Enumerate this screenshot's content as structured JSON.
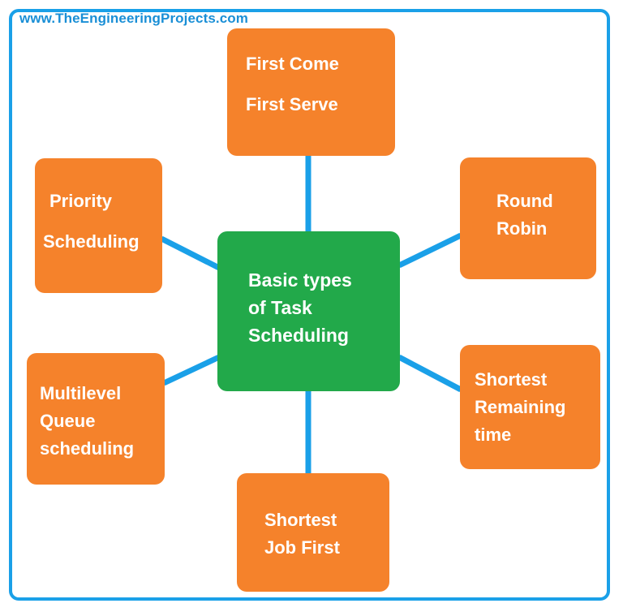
{
  "watermark": "www.TheEngineeringProjects.com",
  "center": {
    "lines": [
      "Basic types",
      "of Task",
      "Scheduling"
    ]
  },
  "nodes": {
    "fcfs": {
      "lines": [
        "First Come",
        "First Serve"
      ]
    },
    "priority": {
      "lines": [
        "Priority",
        "Scheduling"
      ]
    },
    "round_robin": {
      "lines": [
        "Round",
        "Robin"
      ]
    },
    "multilevel": {
      "lines": [
        "Multilevel",
        "Queue",
        "scheduling"
      ]
    },
    "srt": {
      "lines": [
        "Shortest",
        "Remaining",
        "time"
      ]
    },
    "sjf": {
      "lines": [
        "Shortest",
        "Job First"
      ]
    }
  },
  "colors": {
    "node": "#f5822b",
    "center": "#22a94a",
    "connector": "#1aa0e8",
    "frame": "#1aa0e8",
    "watermark": "#1a8fd6"
  }
}
